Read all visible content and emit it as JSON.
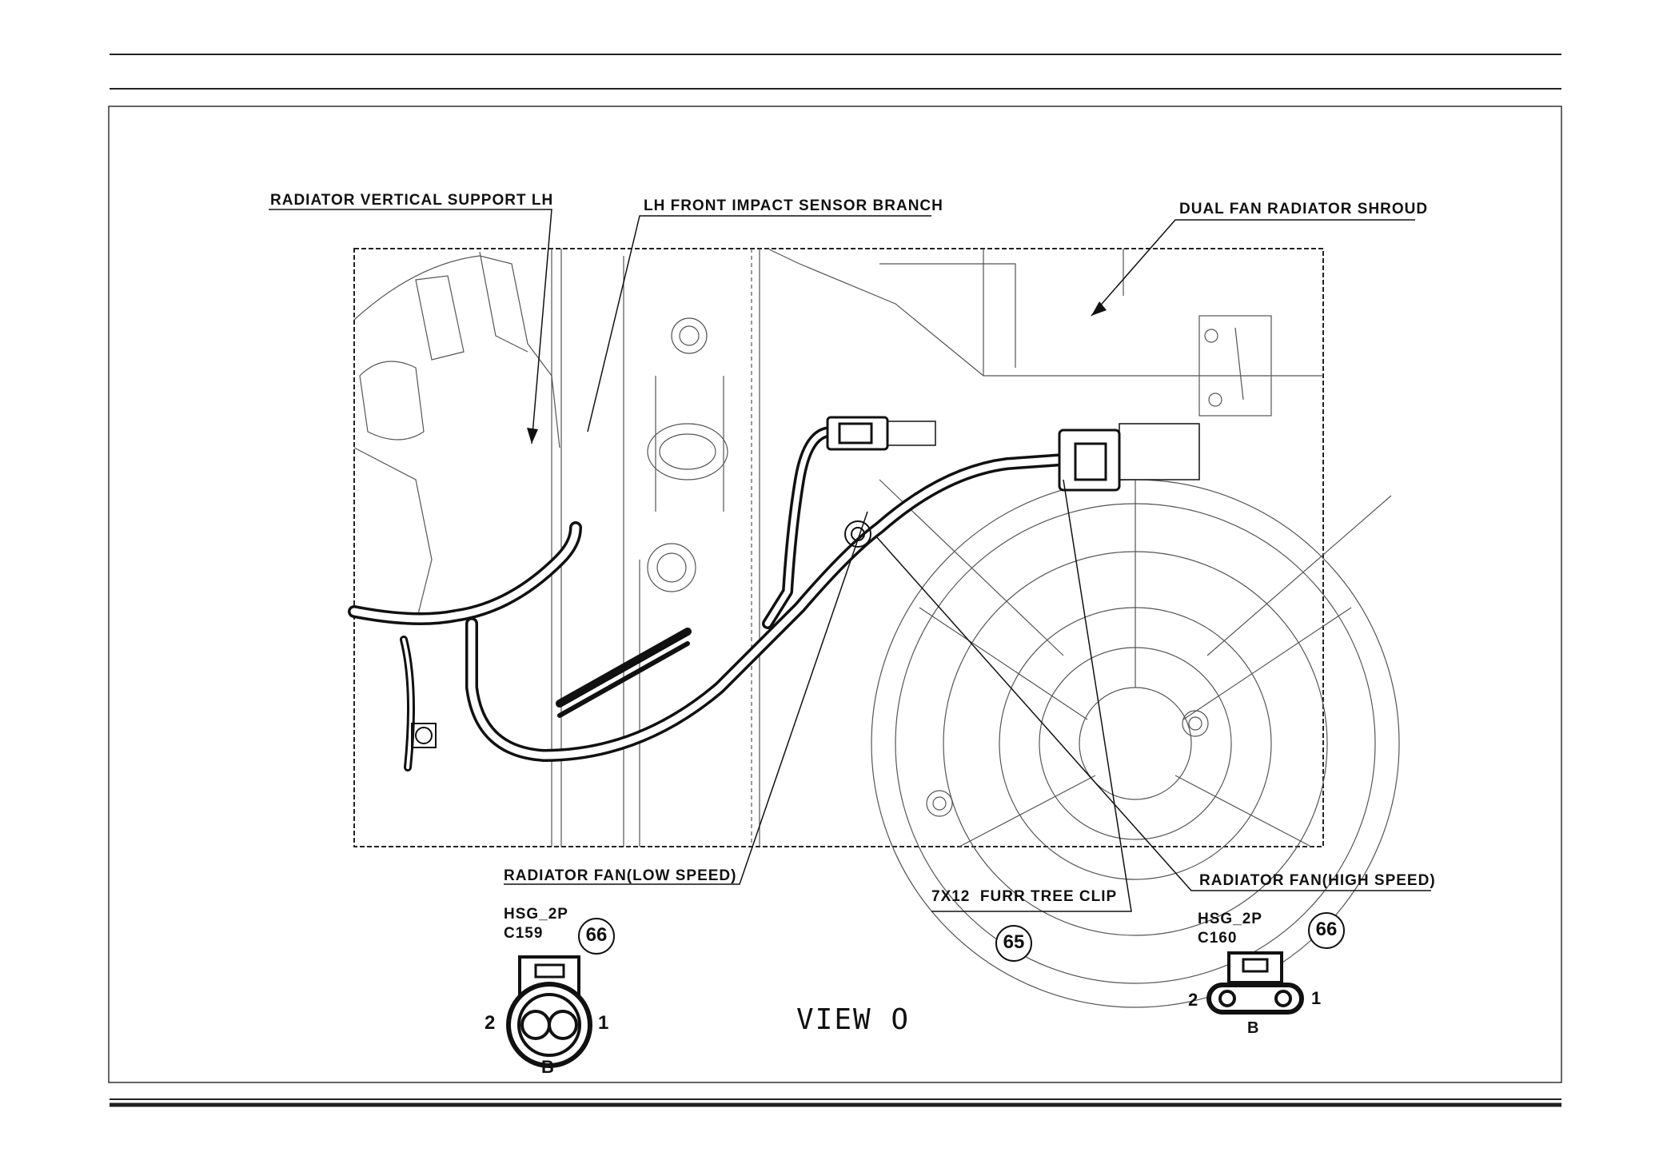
{
  "callouts": {
    "radiator_vertical_support": "RADIATOR VERTICAL SUPPORT LH",
    "impact_sensor_branch": "LH FRONT IMPACT SENSOR BRANCH",
    "fan_shroud": "DUAL FAN RADIATOR SHROUD",
    "fan_low_speed": "RADIATOR FAN(LOW SPEED)",
    "furr_tree_clip": "7X12  FURR TREE CLIP",
    "fan_high_speed": "RADIATOR FAN(HIGH SPEED)"
  },
  "view_label": "VIEW O",
  "clip_ref": "65",
  "connectors": {
    "left": {
      "housing": "HSG_2P",
      "id": "C159",
      "ref": "66",
      "pin_left": "2",
      "pin_right": "1",
      "key": "B"
    },
    "right": {
      "housing": "HSG_2P",
      "id": "C160",
      "ref": "66",
      "pin_left": "2",
      "pin_right": "1",
      "key": "B"
    }
  }
}
